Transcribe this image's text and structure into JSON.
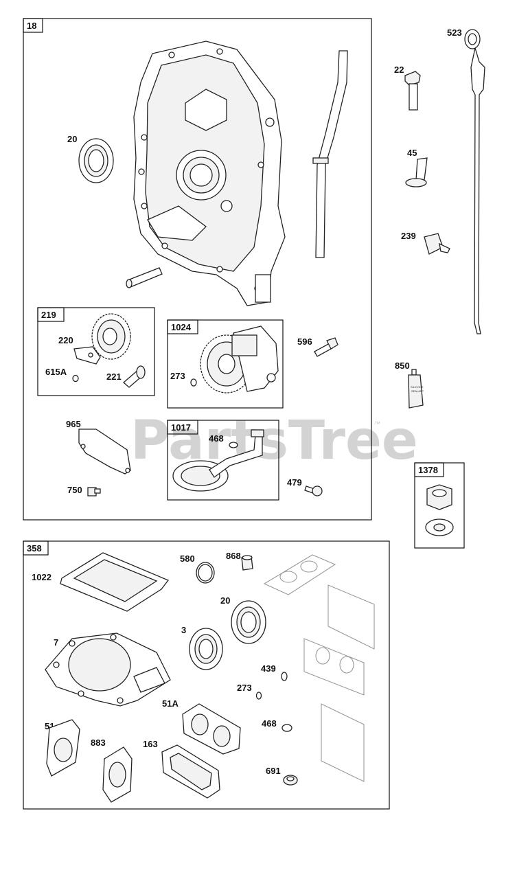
{
  "watermark": {
    "text": "PartsTree",
    "trademark": "™"
  },
  "groups": {
    "g18": "18",
    "g219": "219",
    "g1024": "1024",
    "g1017": "1017",
    "g1378": "1378",
    "g358": "358"
  },
  "labels": {
    "p20": "20",
    "p220": "220",
    "p615a": "615A",
    "p221": "221",
    "p273": "273",
    "p596": "596",
    "p965": "965",
    "p468": "468",
    "p750": "750",
    "p479": "479",
    "p523": "523",
    "p22": "22",
    "p45": "45",
    "p239": "239",
    "p850": "850",
    "p1022": "1022",
    "p580": "580",
    "p868": "868",
    "p20b": "20",
    "p3": "3",
    "p7": "7",
    "p439": "439",
    "p273b": "273",
    "p51a": "51A",
    "p468b": "468",
    "p51": "51",
    "p883": "883",
    "p163": "163",
    "p691": "691"
  },
  "tube_text": [
    "SILICONE",
    "SEALANT"
  ]
}
